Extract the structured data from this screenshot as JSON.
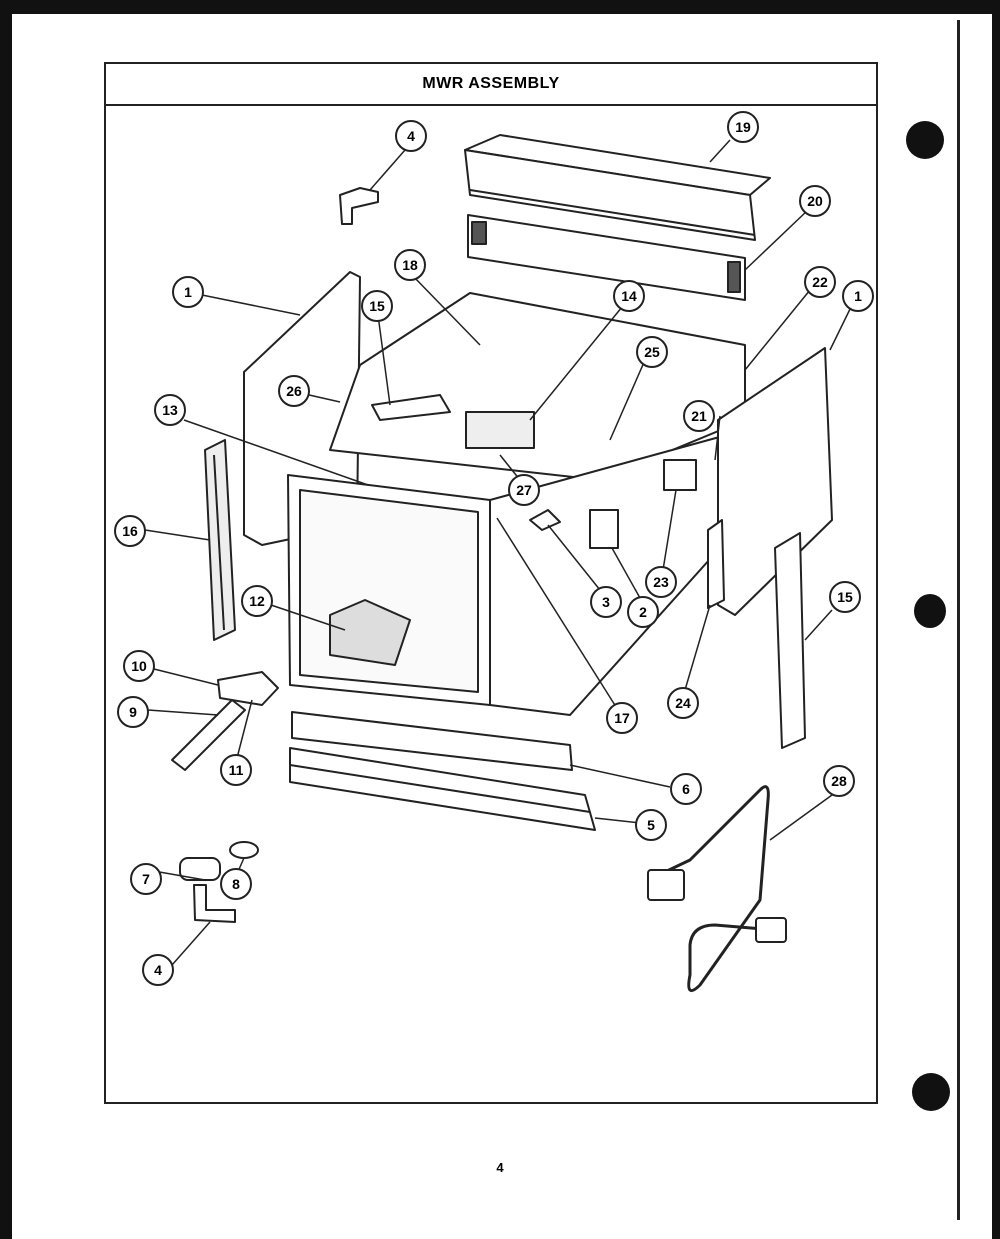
{
  "diagram": {
    "title": "MWR ASSEMBLY",
    "page_number": "4",
    "callouts": [
      "1",
      "1",
      "2",
      "3",
      "4",
      "4",
      "5",
      "6",
      "7",
      "8",
      "9",
      "10",
      "11",
      "12",
      "13",
      "14",
      "15",
      "15",
      "16",
      "17",
      "18",
      "19",
      "20",
      "21",
      "22",
      "23",
      "24",
      "25",
      "26",
      "27",
      "28"
    ]
  }
}
